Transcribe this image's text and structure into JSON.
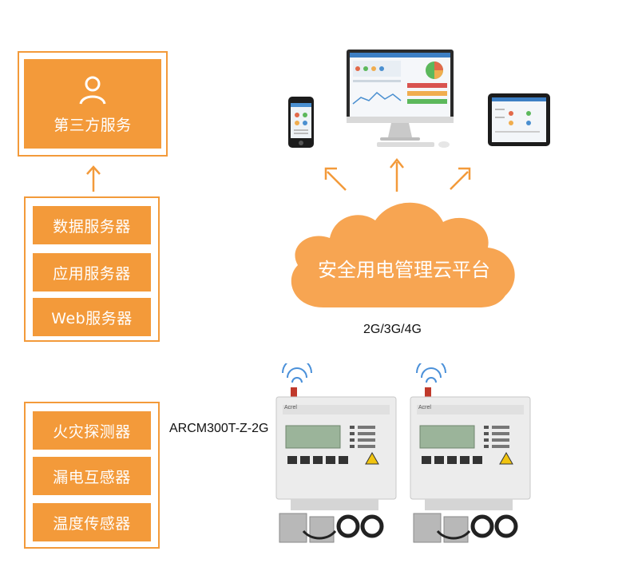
{
  "third_party": {
    "label": "第三方服务",
    "icon": "user-icon"
  },
  "servers": [
    {
      "label": "数据服务器"
    },
    {
      "label": "应用服务器"
    },
    {
      "label": "Web服务器"
    }
  ],
  "sensors": [
    {
      "label": "火灾探测器"
    },
    {
      "label": "漏电互感器"
    },
    {
      "label": "温度传感器"
    }
  ],
  "cloud": {
    "label": "安全用电管理云平台"
  },
  "network": {
    "label": "2G/3G/4G"
  },
  "device": {
    "model": "ARCM300T-Z-2G",
    "brand": "Acrel"
  },
  "colors": {
    "accent": "#f39a3a",
    "cloud": "#f7a552"
  }
}
